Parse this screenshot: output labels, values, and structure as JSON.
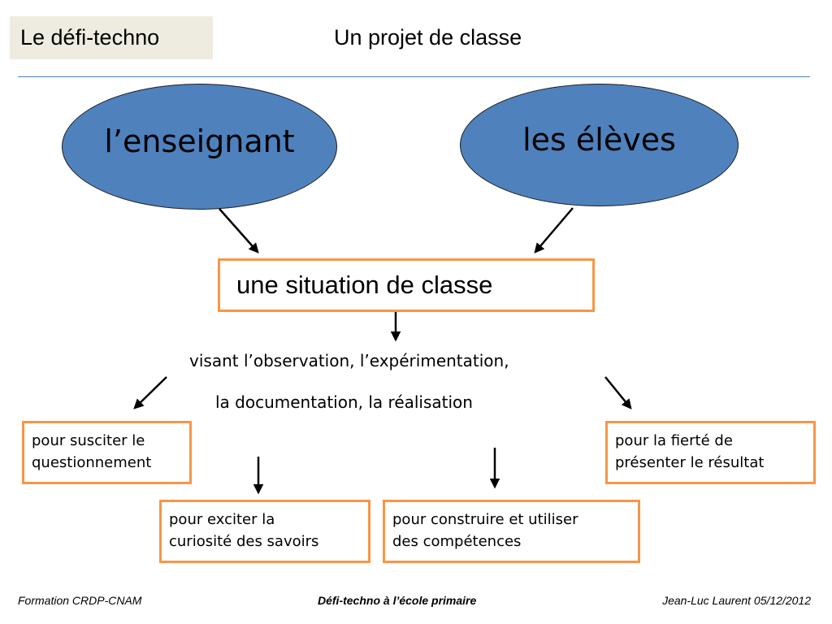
{
  "header": {
    "tag": "Le défi-techno",
    "title": "Un projet de classe"
  },
  "diagram": {
    "actor_left": "l’enseignant",
    "actor_right": "les élèves",
    "situation": "une situation de classe",
    "aim_line1": "visant l’observation, l’expérimentation,",
    "aim_line2": "la documentation, la réalisation",
    "goals": {
      "questioning": "pour susciter le\nquestionnement",
      "pride": "pour la fierté de\nprésenter le résultat",
      "curiosity": "pour exciter la\ncuriosité des savoirs",
      "skills": "pour construire et utiliser\ndes compétences"
    },
    "colors": {
      "oval_fill": "#4f81bd",
      "box_border": "#f79646",
      "tag_background": "#eeece1",
      "rule": "#4f81bd"
    }
  },
  "footer": {
    "left": "Formation CRDP-CNAM",
    "center": "Défi-techno à l’école primaire",
    "right": "Jean-Luc Laurent  05/12/2012"
  }
}
